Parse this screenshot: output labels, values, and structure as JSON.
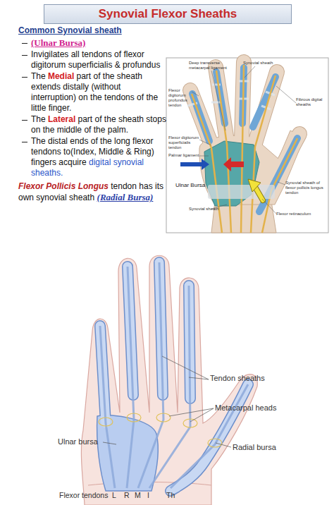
{
  "diagram": {
    "title": "Synovial Flexor Sheaths",
    "labels": [
      "Common Synovial sheath",
      "(Ulnar Bursa)",
      "Invigilates all tendons of flexor digitorum superficialis & profundus",
      "The",
      "Medial",
      "part of the sheath extends distally (without interruption) on the tendons of the little finger.",
      "The",
      "Lateral",
      "part of the sheath stops on the middle of the palm.",
      "The distal ends of the long flexor tendons to(Index, Middle & Ring) fingers acquire",
      "digital synovial sheaths.",
      "Flexor Pollicis Longus",
      "tendon has its own synovial sheath",
      "(Radial Bursa)",
      "Deep transverse metacarpal ligament",
      "Synovial sheath",
      "Flexor digitorum profundus tendon",
      "Fibrous digital sheaths",
      "Flexor digitorum superficialis tendon",
      "Palmar ligament",
      "Ulnar Bursa",
      "Synovial sheath of flexor pollicis longus tendon",
      "Synovial sheath",
      "Flexor retinaculum",
      "Tendon sheaths",
      "Metacarpal heads",
      "Radial bursa",
      "Ulnar bursa",
      "Flexor tendons",
      "L",
      "R",
      "M",
      "I",
      "Th"
    ]
  }
}
